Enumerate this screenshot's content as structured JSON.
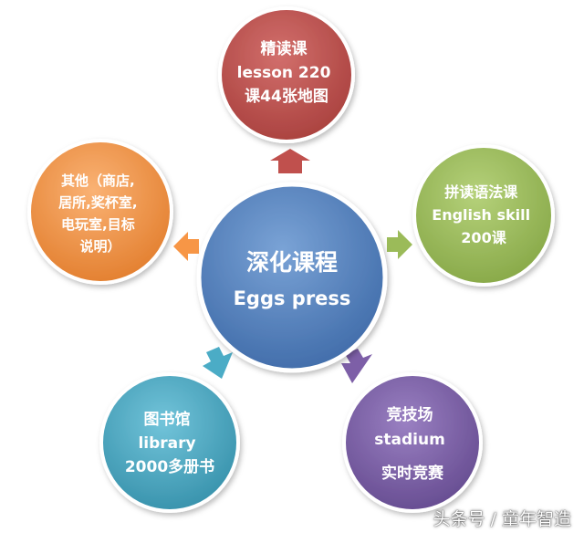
{
  "center": {
    "lines": [
      "深化课程",
      "Eggs press"
    ],
    "color": "#4f7fbe"
  },
  "nodes": [
    {
      "id": "top",
      "lines": [
        "精读课",
        "lesson  220",
        "课44张地图"
      ],
      "color": "#c0504d",
      "arrow_color": "#c0504d"
    },
    {
      "id": "right",
      "lines": [
        "拼读语法课",
        "English skill",
        "200课"
      ],
      "color": "#9bbb59",
      "arrow_color": "#9bbb59"
    },
    {
      "id": "bottom-right",
      "lines": [
        "竞技场",
        "stadium",
        "实时竞赛"
      ],
      "color": "#7d5fa7",
      "arrow_color": "#7d5fa7"
    },
    {
      "id": "bottom-left",
      "lines": [
        "图书馆",
        "library",
        "2000多册书"
      ],
      "color": "#4bacc6",
      "arrow_color": "#4bacc6"
    },
    {
      "id": "left",
      "lines": [
        "其他（商店,",
        "居所,奖杯室,",
        "电玩室,目标",
        "说明）"
      ],
      "color": "#f79646",
      "arrow_color": "#f79646"
    }
  ],
  "watermark": "头条号 / 童年智造"
}
